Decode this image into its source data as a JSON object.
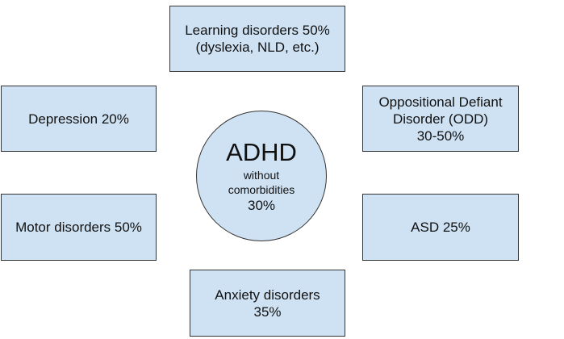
{
  "center": {
    "title": "ADHD",
    "line1": "without",
    "line2": "comorbidities",
    "percent": "30%"
  },
  "nodes": {
    "learning": {
      "line1": "Learning disorders 50%",
      "line2": "(dyslexia, NLD, etc.)"
    },
    "depression": {
      "line1": "Depression 20%"
    },
    "odd": {
      "line1": "Oppositional Defiant",
      "line2": "Disorder (ODD)",
      "line3": "30-50%"
    },
    "motor": {
      "line1": "Motor disorders 50%"
    },
    "asd": {
      "line1": "ASD 25%"
    },
    "anxiety": {
      "line1": "Anxiety disorders",
      "line2": "35%"
    }
  },
  "colors": {
    "node_fill": "#cfe2f3",
    "border": "#333333"
  }
}
